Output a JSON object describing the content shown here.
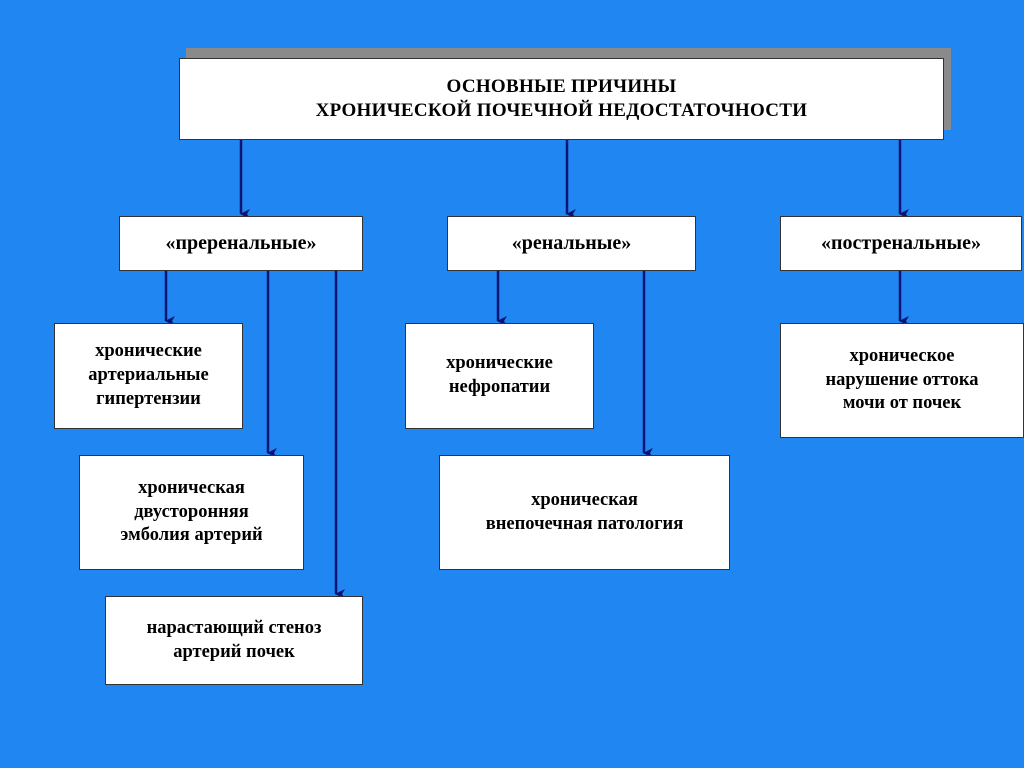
{
  "colors": {
    "background": "#1f86f2",
    "box_fill": "#ffffff",
    "box_border": "#333333",
    "title_shadow": "#8a8a8a",
    "arrow": "#0d1473"
  },
  "title": {
    "lines": [
      "ОСНОВНЫЕ ПРИЧИНЫ",
      "ХРОНИЧЕСКОЙ  ПОЧЕЧНОЙ НЕДОСТАТОЧНОСТИ"
    ]
  },
  "categories": {
    "prerenal": "«преренальные»",
    "renal": "«ренальные»",
    "postrenal": "«постренальные»"
  },
  "causes": {
    "hypertension": [
      "хронические",
      "артериальные",
      "гипертензии"
    ],
    "embolism": [
      "хроническая",
      "двусторонняя",
      "эмболия артерий"
    ],
    "stenosis": [
      "нарастающий стеноз",
      "артерий почек"
    ],
    "nephropathy": [
      "хронические",
      "нефропатии"
    ],
    "extrarenal": [
      "хроническая",
      "внепочечная патология"
    ],
    "outflow": [
      "хроническое",
      "нарушение оттока",
      "мочи от почек"
    ]
  }
}
